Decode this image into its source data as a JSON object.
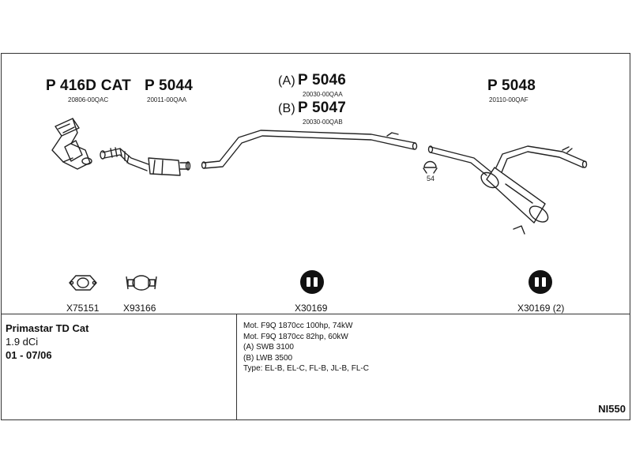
{
  "parts": {
    "cat": {
      "number": "P 416D CAT",
      "code": "20806-00QAC"
    },
    "front_pipe": {
      "number": "P 5044",
      "code": "20011-00QAA"
    },
    "middle_a": {
      "prefix": "(A)",
      "number": "P 5046",
      "code": "20030-00QAA"
    },
    "middle_b": {
      "prefix": "(B)",
      "number": "P 5047",
      "code": "20030-00QAB"
    },
    "rear": {
      "number": "P 5048",
      "code": "20110-00QAF"
    },
    "clamp_label": "54"
  },
  "fittings": [
    {
      "label": "X75151",
      "icon": "gasket-icon"
    },
    {
      "label": "X93166",
      "icon": "clamp-icon"
    },
    {
      "label": "X30169",
      "icon": "rubber-mount-icon"
    },
    {
      "label": "X30169 (2)",
      "icon": "rubber-mount-icon"
    }
  ],
  "vehicle": {
    "model": "Primastar TD Cat",
    "engine": "1.9 dCi",
    "years": "01 - 07/06"
  },
  "specs": [
    "Mot. F9Q 1870cc 100hp, 74kW",
    "Mot. F9Q 1870cc 82hp, 60kW",
    "(A) SWB 3100",
    "(B) LWB 3500",
    "Type: EL-B, EL-C, FL-B, JL-B, FL-C"
  ],
  "diagram_ref": "NI550"
}
